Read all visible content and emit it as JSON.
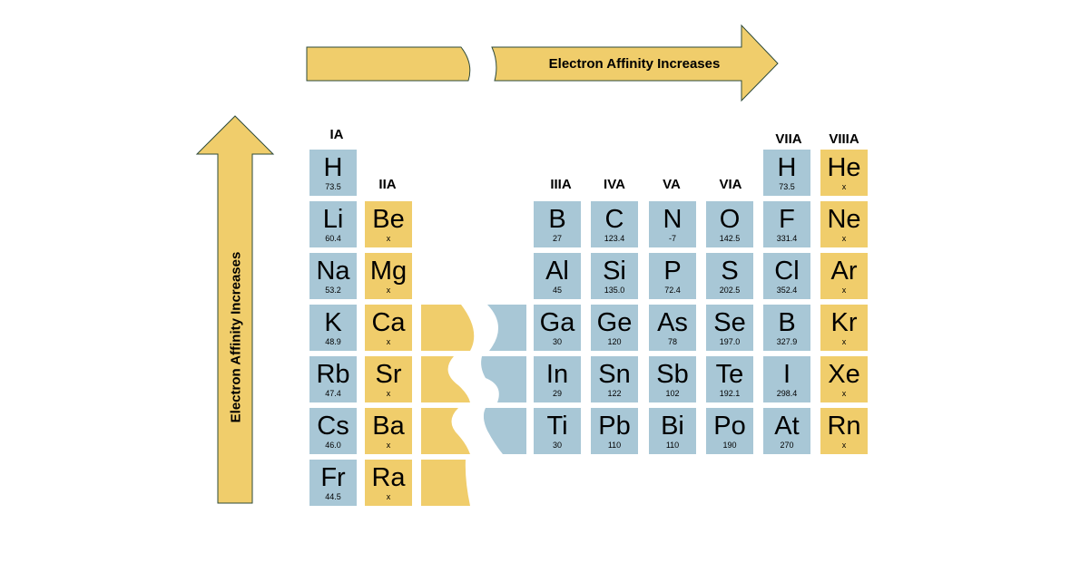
{
  "title_horizontal": "Electron Affinity Increases",
  "title_vertical": "Electron Affinity Increases",
  "colors": {
    "nonmetal_blue": "#a8c7d6",
    "noble_gold": "#f0cd6b",
    "arrow_outline": "#2e4a3a"
  },
  "group_labels": [
    "IA",
    "IIA",
    "IIIA",
    "IVA",
    "VA",
    "VIA",
    "VIIA",
    "VIIIA"
  ],
  "elements": [
    {
      "symbol": "H",
      "value": "73.5",
      "col": 0,
      "row": 0,
      "color": "blue"
    },
    {
      "symbol": "Li",
      "value": "60.4",
      "col": 0,
      "row": 1,
      "color": "blue"
    },
    {
      "symbol": "Na",
      "value": "53.2",
      "col": 0,
      "row": 2,
      "color": "blue"
    },
    {
      "symbol": "K",
      "value": "48.9",
      "col": 0,
      "row": 3,
      "color": "blue"
    },
    {
      "symbol": "Rb",
      "value": "47.4",
      "col": 0,
      "row": 4,
      "color": "blue"
    },
    {
      "symbol": "Cs",
      "value": "46.0",
      "col": 0,
      "row": 5,
      "color": "blue"
    },
    {
      "symbol": "Fr",
      "value": "44.5",
      "col": 0,
      "row": 6,
      "color": "blue"
    },
    {
      "symbol": "Be",
      "value": "x",
      "col": 1,
      "row": 1,
      "color": "gold"
    },
    {
      "symbol": "Mg",
      "value": "x",
      "col": 1,
      "row": 2,
      "color": "gold"
    },
    {
      "symbol": "Ca",
      "value": "x",
      "col": 1,
      "row": 3,
      "color": "gold"
    },
    {
      "symbol": "Sr",
      "value": "x",
      "col": 1,
      "row": 4,
      "color": "gold"
    },
    {
      "symbol": "Ba",
      "value": "x",
      "col": 1,
      "row": 5,
      "color": "gold"
    },
    {
      "symbol": "Ra",
      "value": "x",
      "col": 1,
      "row": 6,
      "color": "gold"
    },
    {
      "symbol": "B",
      "value": "27",
      "col": 2,
      "row": 1,
      "color": "blue"
    },
    {
      "symbol": "Al",
      "value": "45",
      "col": 2,
      "row": 2,
      "color": "blue"
    },
    {
      "symbol": "Ga",
      "value": "30",
      "col": 2,
      "row": 3,
      "color": "blue"
    },
    {
      "symbol": "In",
      "value": "29",
      "col": 2,
      "row": 4,
      "color": "blue"
    },
    {
      "symbol": "Ti",
      "value": "30",
      "col": 2,
      "row": 5,
      "color": "blue"
    },
    {
      "symbol": "C",
      "value": "123.4",
      "col": 3,
      "row": 1,
      "color": "blue"
    },
    {
      "symbol": "Si",
      "value": "135.0",
      "col": 3,
      "row": 2,
      "color": "blue"
    },
    {
      "symbol": "Ge",
      "value": "120",
      "col": 3,
      "row": 3,
      "color": "blue"
    },
    {
      "symbol": "Sn",
      "value": "122",
      "col": 3,
      "row": 4,
      "color": "blue"
    },
    {
      "symbol": "Pb",
      "value": "110",
      "col": 3,
      "row": 5,
      "color": "blue"
    },
    {
      "symbol": "N",
      "value": "-7",
      "col": 4,
      "row": 1,
      "color": "blue"
    },
    {
      "symbol": "P",
      "value": "72.4",
      "col": 4,
      "row": 2,
      "color": "blue"
    },
    {
      "symbol": "As",
      "value": "78",
      "col": 4,
      "row": 3,
      "color": "blue"
    },
    {
      "symbol": "Sb",
      "value": "102",
      "col": 4,
      "row": 4,
      "color": "blue"
    },
    {
      "symbol": "Bi",
      "value": "110",
      "col": 4,
      "row": 5,
      "color": "blue"
    },
    {
      "symbol": "O",
      "value": "142.5",
      "col": 5,
      "row": 1,
      "color": "blue"
    },
    {
      "symbol": "S",
      "value": "202.5",
      "col": 5,
      "row": 2,
      "color": "blue"
    },
    {
      "symbol": "Se",
      "value": "197.0",
      "col": 5,
      "row": 3,
      "color": "blue"
    },
    {
      "symbol": "Te",
      "value": "192.1",
      "col": 5,
      "row": 4,
      "color": "blue"
    },
    {
      "symbol": "Po",
      "value": "190",
      "col": 5,
      "row": 5,
      "color": "blue"
    },
    {
      "symbol": "H",
      "value": "73.5",
      "col": 6,
      "row": 0,
      "color": "blue"
    },
    {
      "symbol": "F",
      "value": "331.4",
      "col": 6,
      "row": 1,
      "color": "blue"
    },
    {
      "symbol": "Cl",
      "value": "352.4",
      "col": 6,
      "row": 2,
      "color": "blue"
    },
    {
      "symbol": "B",
      "value": "327.9",
      "col": 6,
      "row": 3,
      "color": "blue"
    },
    {
      "symbol": "I",
      "value": "298.4",
      "col": 6,
      "row": 4,
      "color": "blue"
    },
    {
      "symbol": "At",
      "value": "270",
      "col": 6,
      "row": 5,
      "color": "blue"
    },
    {
      "symbol": "He",
      "value": "x",
      "col": 7,
      "row": 0,
      "color": "gold"
    },
    {
      "symbol": "Ne",
      "value": "x",
      "col": 7,
      "row": 1,
      "color": "gold"
    },
    {
      "symbol": "Ar",
      "value": "x",
      "col": 7,
      "row": 2,
      "color": "gold"
    },
    {
      "symbol": "Kr",
      "value": "x",
      "col": 7,
      "row": 3,
      "color": "gold"
    },
    {
      "symbol": "Xe",
      "value": "x",
      "col": 7,
      "row": 4,
      "color": "gold"
    },
    {
      "symbol": "Rn",
      "value": "x",
      "col": 7,
      "row": 5,
      "color": "gold"
    }
  ]
}
